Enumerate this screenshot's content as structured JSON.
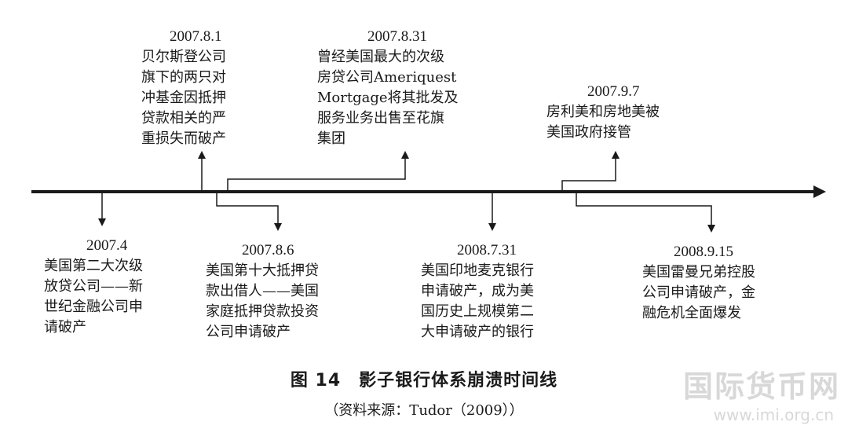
{
  "events": [
    {
      "date": "2007.4",
      "text": "美国第二大次级\n放贷公司——新\n世纪金融公司申\n请破产"
    },
    {
      "date": "2007.8.1",
      "text": "贝尔斯登公司\n旗下的两只对\n冲基金因抵押\n贷款相关的严\n重损失而破产"
    },
    {
      "date": "2007.8.6",
      "text": "美国第十大抵押贷\n款出借人——美国\n家庭抵押贷款投资\n公司申请破产"
    },
    {
      "date": "2007.8.31",
      "text": "曾经美国最大的次级\n房贷公司Ameriquest\nMortgage将其批发及\n服务业务出售至花旗\n集团"
    },
    {
      "date": "2008.7.31",
      "text": "美国印地麦克银行\n申请破产，成为美\n国历史上规模第二\n大申请破产的银行"
    },
    {
      "date": "2007.9.7",
      "text": "房利美和房地美被\n美国政府接管"
    },
    {
      "date": "2008.9.15",
      "text": "美国雷曼兄弟控股\n公司申请破产，金\n融危机全面爆发"
    }
  ],
  "caption": "图 14　影子银行体系崩溃时间线",
  "source": "（资料来源：Tudor（2009））",
  "watermark": {
    "name": "国际货币网",
    "url": "www.imi.org.cn"
  }
}
